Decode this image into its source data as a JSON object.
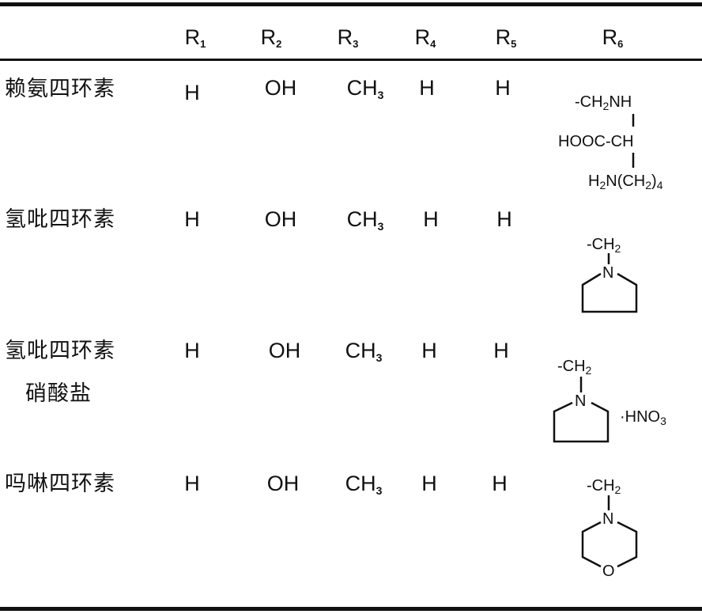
{
  "header": {
    "columns": [
      {
        "base": "R",
        "sub": "1"
      },
      {
        "base": "R",
        "sub": "2"
      },
      {
        "base": "R",
        "sub": "3"
      },
      {
        "base": "R",
        "sub": "4"
      },
      {
        "base": "R",
        "sub": "5"
      },
      {
        "base": "R",
        "sub": "6"
      }
    ]
  },
  "rows": [
    {
      "name": "赖氨四环素",
      "name2": "",
      "r1": "H",
      "r2": "OH",
      "r3": {
        "base": "CH",
        "sub": "3"
      },
      "r4": "H",
      "r5": "H",
      "r6": {
        "l1a": "-CH",
        "l1s": "2",
        "l1b": "NH",
        "l2": "HOOC-CH",
        "l3a": "H",
        "l3s": "2",
        "l3b": "N(CH",
        "l3s2": "2",
        "l3c": ")",
        "l3s3": "4"
      }
    },
    {
      "name": "氢吡四环素",
      "name2": "",
      "r1": "H",
      "r2": "OH",
      "r3": {
        "base": "CH",
        "sub": "3"
      },
      "r4": "H",
      "r5": "H",
      "r6": {
        "ch": "-CH",
        "chs": "2",
        "n": "N"
      }
    },
    {
      "name": "氢吡四环素",
      "name2": "硝酸盐",
      "r1": "H",
      "r2": "OH",
      "r3": {
        "base": "CH",
        "sub": "3"
      },
      "r4": "H",
      "r5": "H",
      "r6": {
        "ch": "-CH",
        "chs": "2",
        "n": "N",
        "salt": "·HNO",
        "salts": "3"
      }
    },
    {
      "name": "吗啉四环素",
      "name2": "",
      "r1": "H",
      "r2": "OH",
      "r3": {
        "base": "CH",
        "sub": "3"
      },
      "r4": "H",
      "r5": "H",
      "r6": {
        "ch": "-CH",
        "chs": "2",
        "n": "N",
        "o": "O"
      }
    }
  ]
}
